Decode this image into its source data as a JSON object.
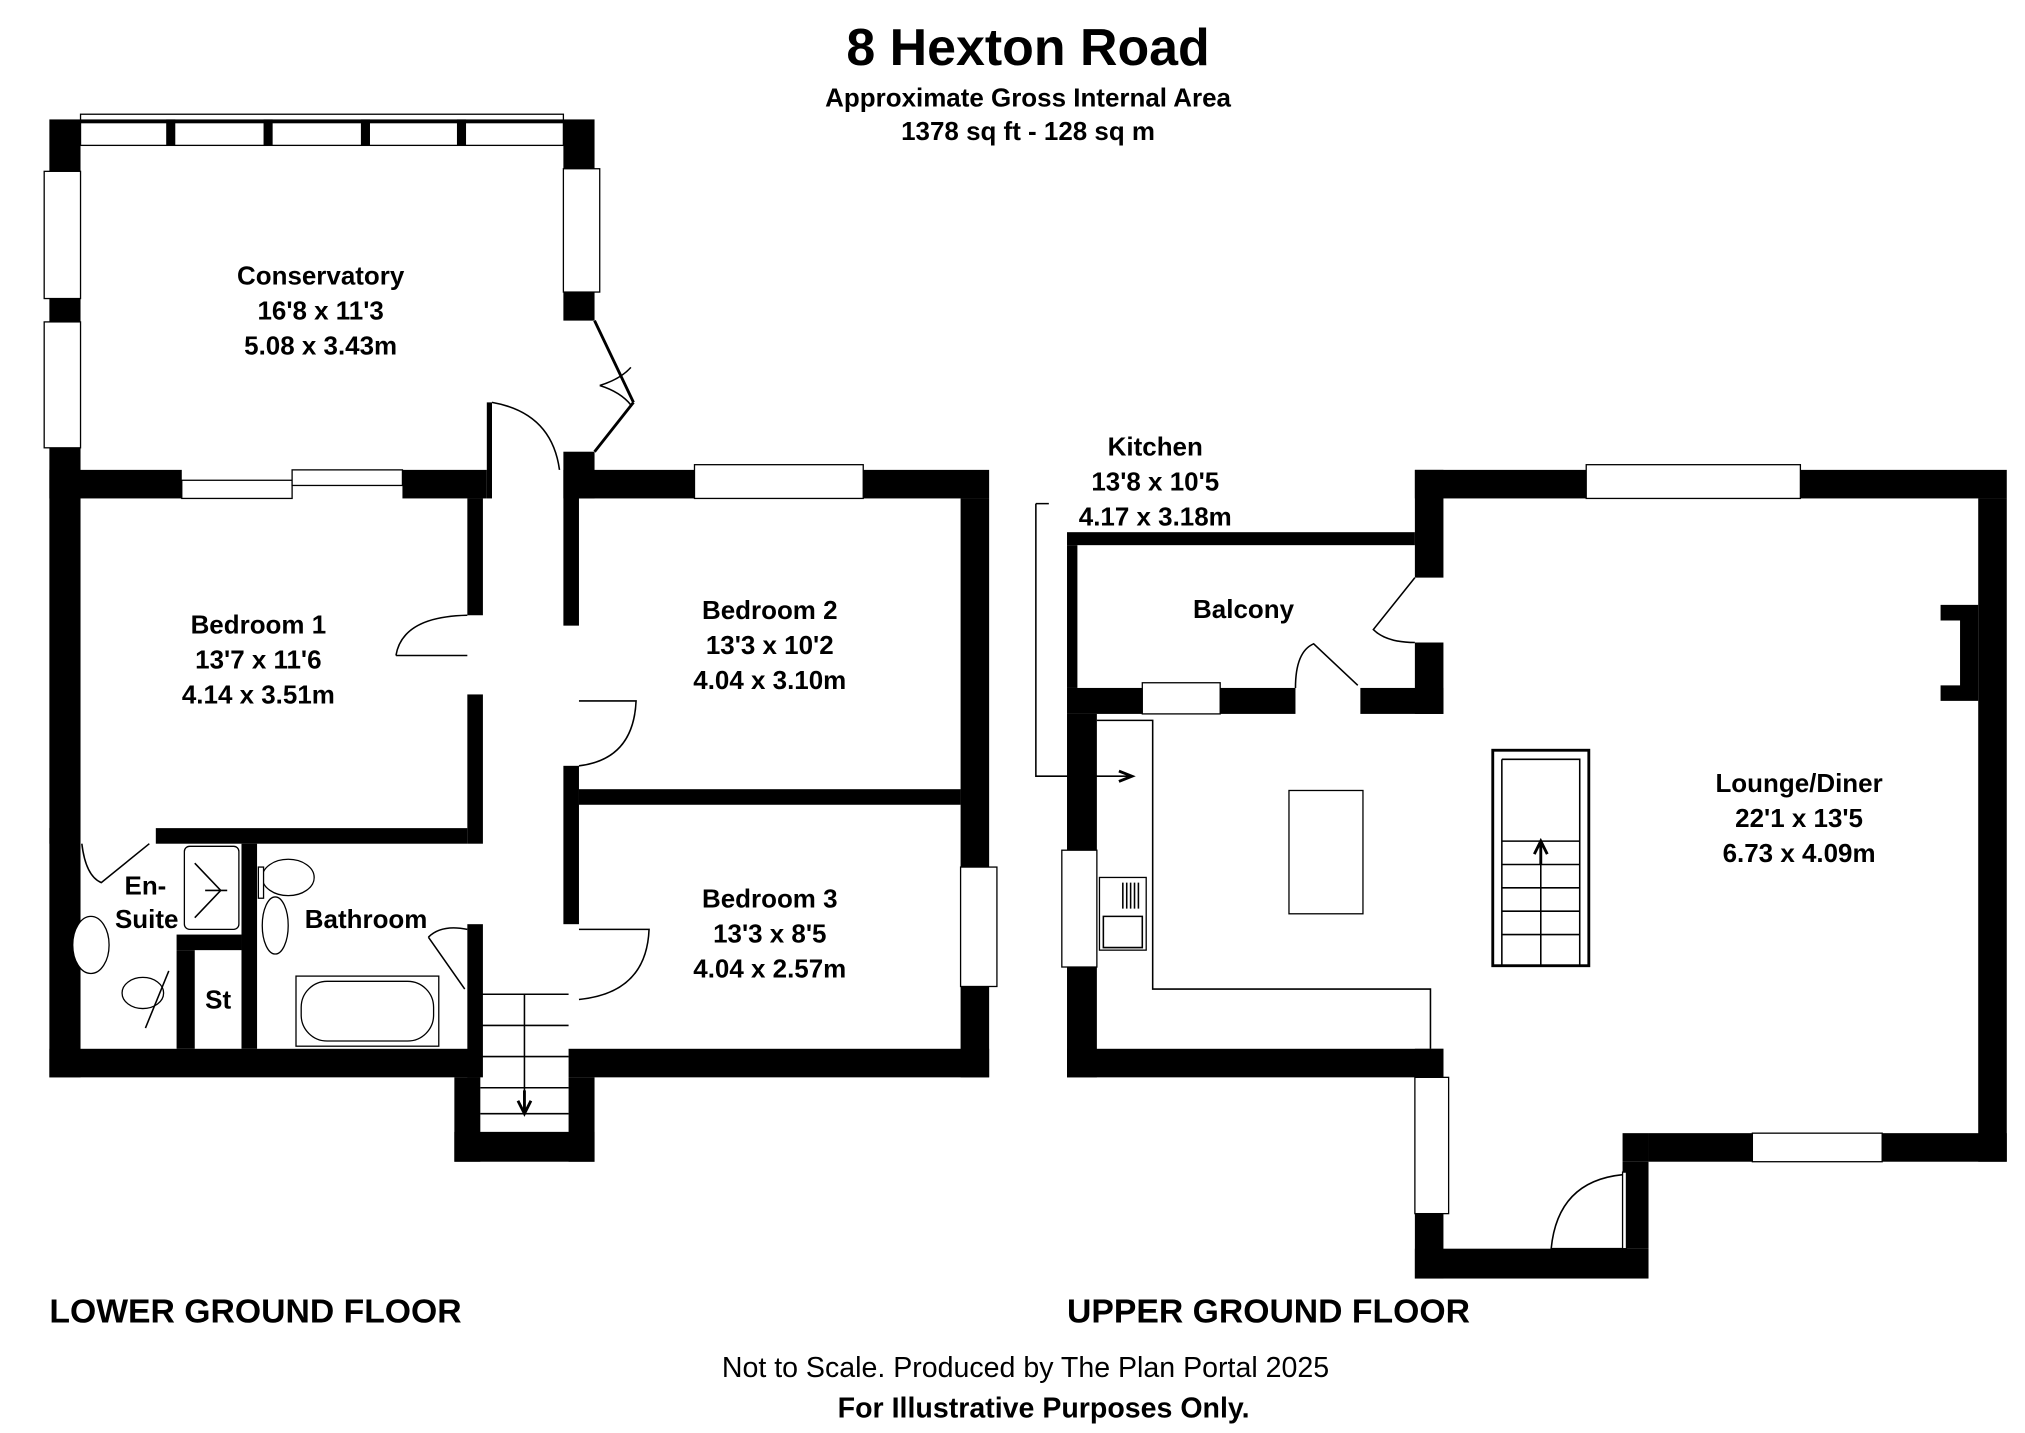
{
  "header": {
    "title": "8 Hexton Road",
    "subtitle": "Approximate Gross Internal Area",
    "area": "1378 sq ft - 128 sq m"
  },
  "rooms": {
    "conservatory": {
      "name": "Conservatory",
      "imperial": "16'8 x 11'3",
      "metric": "5.08 x 3.43m"
    },
    "bedroom1": {
      "name": "Bedroom 1",
      "imperial": "13'7 x 11'6",
      "metric": "4.14 x 3.51m"
    },
    "bedroom2": {
      "name": "Bedroom 2",
      "imperial": "13'3 x 10'2",
      "metric": "4.04 x 3.10m"
    },
    "bedroom3": {
      "name": "Bedroom 3",
      "imperial": "13'3 x 8'5",
      "metric": "4.04 x 2.57m"
    },
    "ensuite": {
      "line1": "En-",
      "line2": "Suite"
    },
    "bathroom": {
      "name": "Bathroom"
    },
    "store": {
      "name": "St"
    },
    "kitchen": {
      "name": "Kitchen",
      "imperial": "13'8 x 10'5",
      "metric": "4.17 x 3.18m"
    },
    "balcony": {
      "name": "Balcony"
    },
    "lounge": {
      "name": "Lounge/Diner",
      "imperial": "22'1 x 13'5",
      "metric": "6.73 x 4.09m"
    }
  },
  "floors": {
    "lower": "LOWER GROUND FLOOR",
    "upper": "UPPER GROUND FLOOR"
  },
  "footer": {
    "line1": "Not to Scale. Produced by The Plan Portal 2025",
    "line2": "For Illustrative Purposes Only."
  }
}
